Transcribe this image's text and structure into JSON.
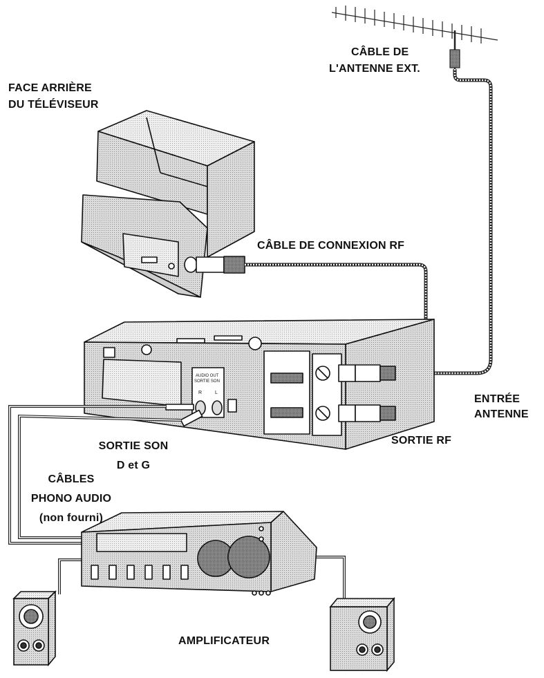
{
  "labels": {
    "tv_back": [
      "FACE ARRIÈRE",
      "DU TÉLÉVISEUR"
    ],
    "antenna_cable": [
      "CÂBLE DE",
      "L'ANTENNE EXT."
    ],
    "rf_connection_cable": "CÂBLE DE CONNEXION RF",
    "antenna_input": [
      "ENTRÉE",
      "ANTENNE"
    ],
    "rf_output": "SORTIE RF",
    "audio_output": [
      "SORTIE SON",
      "D et G"
    ],
    "phono_cables": [
      "CÂBLES",
      "PHONO AUDIO",
      "(non fourni)"
    ],
    "amplifier": "AMPLIFICATEUR"
  },
  "vcr_panel": {
    "audio_out": [
      "AUDIO OUT",
      "SORTIE SON"
    ],
    "channel_right": "R",
    "channel_left": "L"
  }
}
